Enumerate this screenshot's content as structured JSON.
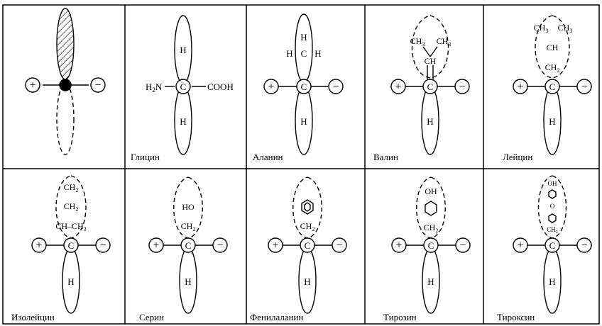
{
  "figure": {
    "cells": [
      {
        "id": "legend",
        "label": ""
      },
      {
        "id": "glycine",
        "label": "Глицин",
        "top_h": "H",
        "bottom_h": "H",
        "left_group": "H₂N–",
        "right_group": "–COOH",
        "center": "C"
      },
      {
        "id": "alanine",
        "label": "Аланин",
        "side": [
          "H",
          "C",
          "H"
        ],
        "side_top": "H",
        "bottom_h": "H",
        "center": "C"
      },
      {
        "id": "valine",
        "label": "Валин",
        "side": [
          "CH₃",
          "CH₃",
          "CH"
        ],
        "bottom_h": "H",
        "center": "C"
      },
      {
        "id": "leucine",
        "label": "Лейцин",
        "side": [
          "CH₃",
          "CH₃",
          "CH",
          "CH₂"
        ],
        "bottom_h": "H",
        "center": "C"
      },
      {
        "id": "isoleucine",
        "label": "Изолейцин",
        "side": [
          "CH₂",
          "CH₂",
          "CH",
          "CH₃"
        ],
        "bottom_h": "H",
        "center": "C"
      },
      {
        "id": "serine",
        "label": "Серин",
        "side": [
          "HO",
          "CH₂"
        ],
        "bottom_h": "H",
        "center": "C"
      },
      {
        "id": "phenylalanine",
        "label": "Фенилаланин",
        "side": [
          "CH₂"
        ],
        "bottom_h": "H",
        "center": "C"
      },
      {
        "id": "tyrosine",
        "label": "Тирозин",
        "side": [
          "OH",
          "CH₂"
        ],
        "bottom_h": "H",
        "center": "C"
      },
      {
        "id": "thyroxine",
        "label": "Тироксин",
        "side": [
          "OH",
          "O",
          "CH₂"
        ],
        "bottom_h": "H",
        "center": "C"
      }
    ],
    "plus": "+",
    "minus": "−"
  }
}
